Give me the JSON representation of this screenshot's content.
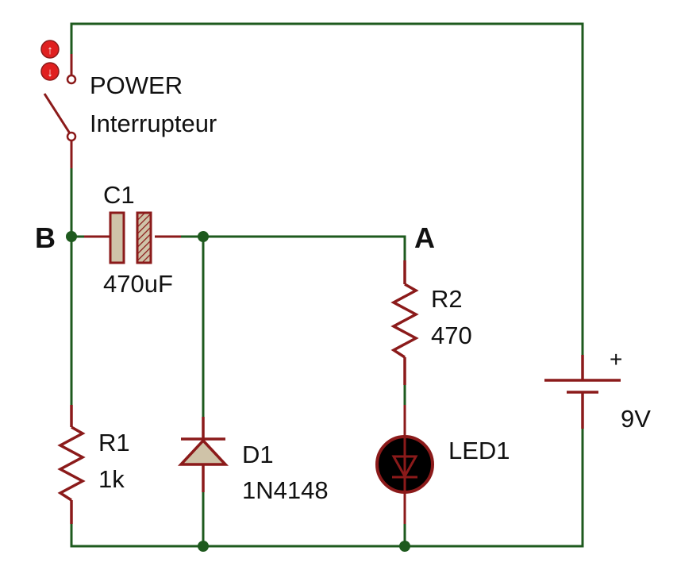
{
  "colors": {
    "wire": "#1e5a1e",
    "component": "#8b1a1a",
    "capacitor_fill": "#cfc3a8",
    "led_body": "#000000"
  },
  "components": {
    "switch": {
      "name": "POWER",
      "value": "Interrupteur"
    },
    "c1": {
      "name": "C1",
      "value": "470uF"
    },
    "r1": {
      "name": "R1",
      "value": "1k"
    },
    "r2": {
      "name": "R2",
      "value": "470"
    },
    "d1": {
      "name": "D1",
      "value": "1N4148"
    },
    "led1": {
      "name": "LED1"
    },
    "battery": {
      "polarity": "+",
      "value": "9V"
    }
  },
  "nodes": {
    "a": "A",
    "b": "B"
  }
}
